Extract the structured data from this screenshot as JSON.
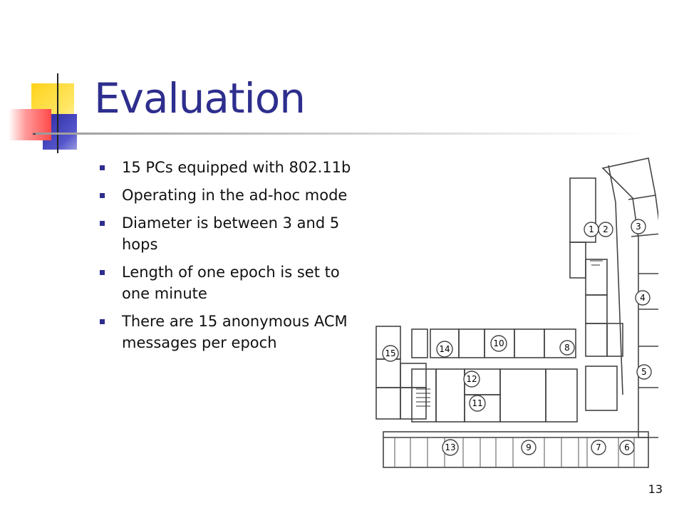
{
  "slide": {
    "title": "Evaluation",
    "bullets": [
      "15 PCs equipped with 802.11b",
      "Operating in the ad-hoc mode",
      "Diameter is between 3 and 5 hops",
      "Length of one epoch is set to one minute",
      "There are 15 anonymous ACM messages per epoch"
    ],
    "page_number": "13"
  },
  "floorplan": {
    "labels": [
      "1",
      "2",
      "3",
      "4",
      "5",
      "6",
      "7",
      "8",
      "9",
      "10",
      "11",
      "12",
      "13",
      "14",
      "15"
    ]
  },
  "colors": {
    "title": "#2e2e8e",
    "bullet": "#2e2e8e",
    "deco_yellow": "#ffd21a",
    "deco_blue": "#3333aa",
    "deco_red": "#ff5a5a"
  }
}
